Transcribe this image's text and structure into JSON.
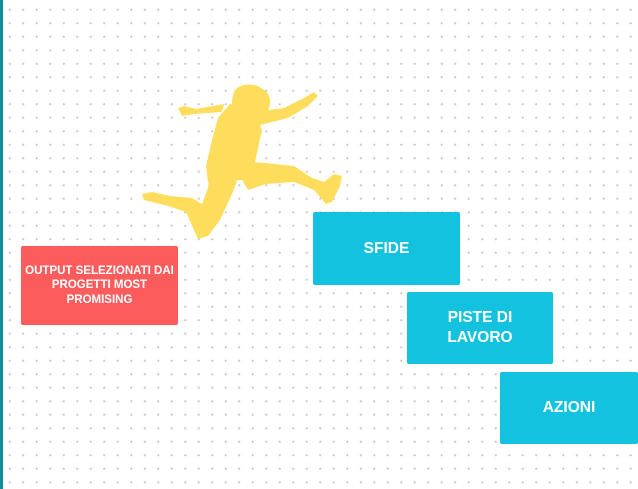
{
  "diagram": {
    "output_box": {
      "label": "OUTPUT SELEZIONATI DAI PROGETTI MOST PROMISING"
    },
    "steps": [
      {
        "label": "SFIDE"
      },
      {
        "label": "PISTE DI LAVORO"
      },
      {
        "label": "AZIONI"
      }
    ],
    "jumper_icon": "jumping-person-silhouette"
  },
  "colors": {
    "output_box": "#fd5c5d",
    "steps": "#13c2df",
    "jumper": "#fddd5b",
    "edge": "#0f8f9b"
  }
}
